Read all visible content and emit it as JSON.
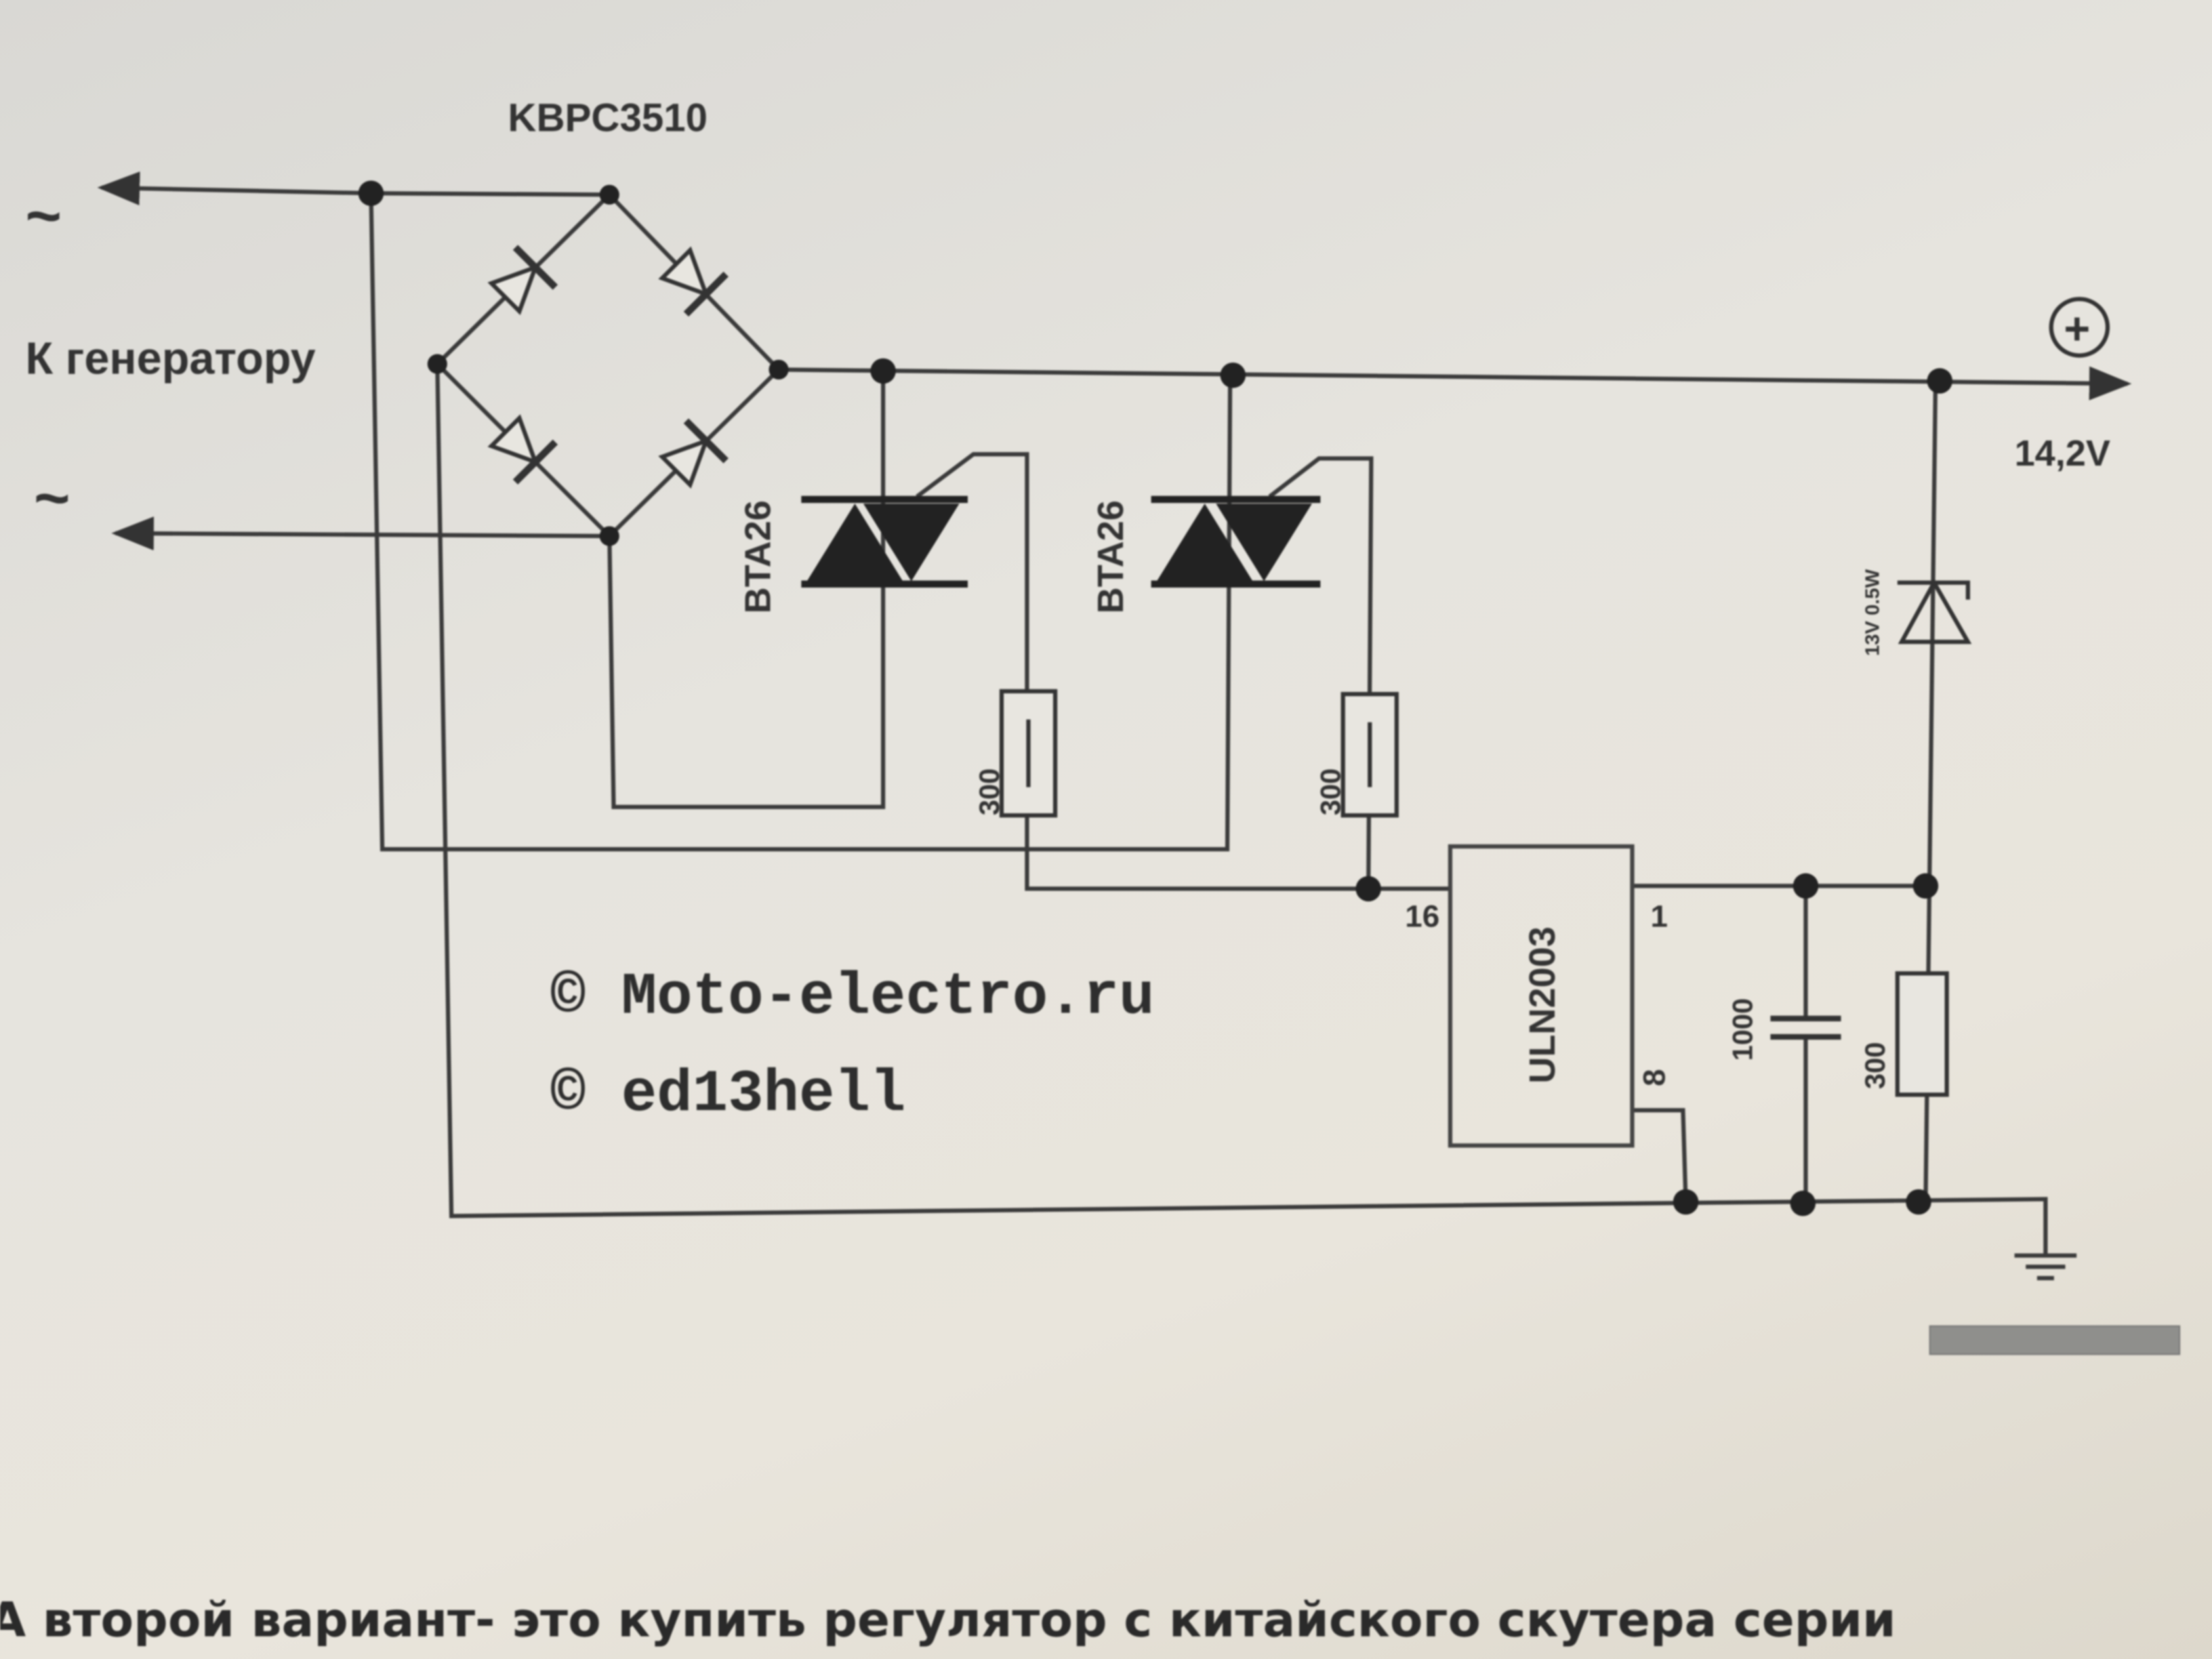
{
  "diagram": {
    "bridge_label": "KBPC3510",
    "generator_label": "К генератору",
    "ac_symbol_top": "~",
    "ac_symbol_bottom": "~",
    "triac1_label": "BTA26",
    "triac2_label": "BTA26",
    "gate_resistor1_label": "300",
    "gate_resistor2_label": "300",
    "ic_label": "ULN2003",
    "ic_pin16": "16",
    "ic_pin1": "1",
    "ic_pin8": "8",
    "capacitor_label": "1000",
    "resistor_label": "300",
    "zener_label": "13V 0.5W",
    "plus_symbol": "+",
    "output_voltage": "14,2V",
    "watermark_line1": "© Moto-electro.ru",
    "watermark_line2": "© ed13hell"
  },
  "body_text": "А второй вариант- это купить регулятор с китайского скутера серии",
  "colors": {
    "wire": "#3a3a3a",
    "background": "#e6e4de"
  }
}
